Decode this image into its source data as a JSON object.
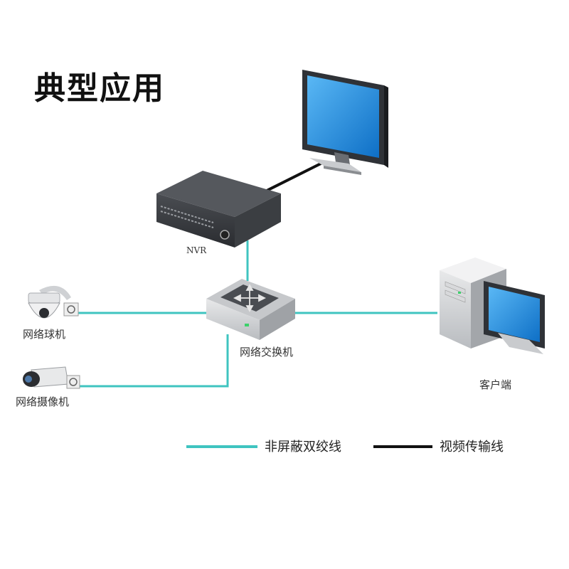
{
  "title": "典型应用",
  "nodes": {
    "nvr": "NVR",
    "switch": "网络交换机",
    "dome_camera": "网络球机",
    "box_camera": "网络摄像机",
    "client": "客户端",
    "monitor": ""
  },
  "legend": {
    "utp": "非屏蔽双绞线",
    "video": "视频传输线"
  },
  "colors": {
    "utp_line": "#3fc4c0",
    "video_line": "#111111",
    "screen_blue": "#1f8fe0",
    "device_gray": "#5a5d62"
  }
}
